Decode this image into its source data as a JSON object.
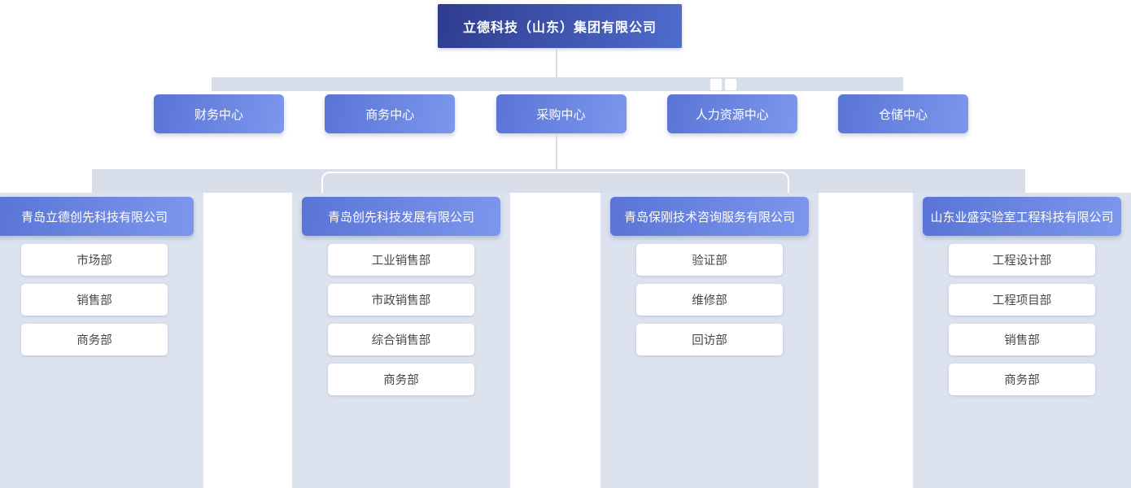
{
  "org": {
    "root": {
      "label": "立德科技（山东）集团有限公司"
    },
    "centers": [
      {
        "label": "财务中心"
      },
      {
        "label": "商务中心"
      },
      {
        "label": "采购中心"
      },
      {
        "label": "人力资源中心"
      },
      {
        "label": "仓储中心"
      }
    ],
    "companies": [
      {
        "name": "青岛立德创先科技有限公司",
        "departments": [
          "市场部",
          "销售部",
          "商务部"
        ]
      },
      {
        "name": "青岛创先科技发展有限公司",
        "departments": [
          "工业销售部",
          "市政销售部",
          "综合销售部",
          "商务部"
        ]
      },
      {
        "name": "青岛保刚技术咨询服务有限公司",
        "departments": [
          "验证部",
          "维修部",
          "回访部"
        ]
      },
      {
        "name": "山东业盛实验室工程科技有限公司",
        "departments": [
          "工程设计部",
          "工程项目部",
          "销售部",
          "商务部"
        ]
      }
    ],
    "colors": {
      "root_gradient_start": "#2f3c8e",
      "root_gradient_end": "#4f6cce",
      "node_gradient_start": "#5a74d6",
      "node_gradient_end": "#7c97ec",
      "rail": "#d8dee9",
      "column_panel": "#dce3ee",
      "department_bg": "#ffffff",
      "department_text": "#474747",
      "node_text": "#ffffff"
    }
  }
}
